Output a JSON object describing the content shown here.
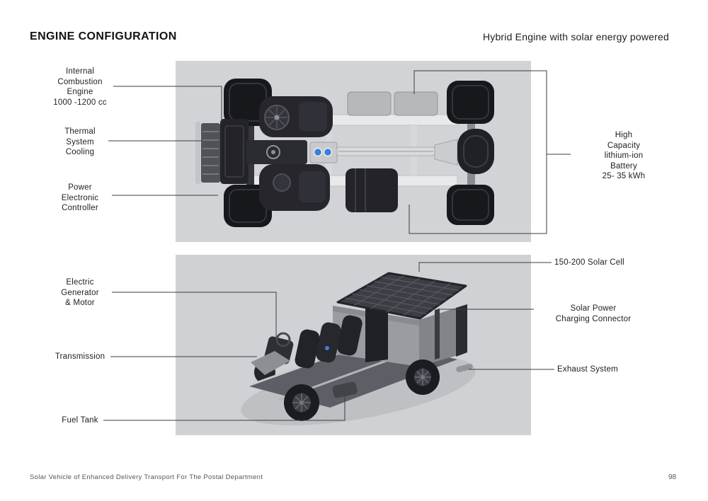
{
  "page": {
    "title": "ENGINE CONFIGURATION",
    "subtitle": "Hybrid Engine with solar energy powered",
    "footer": "Solar Vehicle of Enhanced Delivery Transport For The Postal Department",
    "page_number": "98"
  },
  "labels": {
    "ice": "Internal\nCombustion\nEngine\n1000 -1200 cc",
    "thermal": "Thermal\nSystem\nCooling",
    "power_controller": "Power\nElectronic\nController",
    "battery": "High\nCapacity\nlithium-ion\nBattery\n25- 35 kWh",
    "generator": "Electric\nGenerator\n& Motor",
    "transmission": "Transmission",
    "fuel_tank": "Fuel Tank",
    "solar_cell": "150-200 Solar Cell",
    "charging_connector": "Solar Power\nCharging Connector",
    "exhaust": "Exhaust System"
  },
  "colors": {
    "panel_background": "#d2d3d6",
    "inverter_indicator_blue": "#3d7ed8",
    "leader_line": "#3c3d3f"
  }
}
